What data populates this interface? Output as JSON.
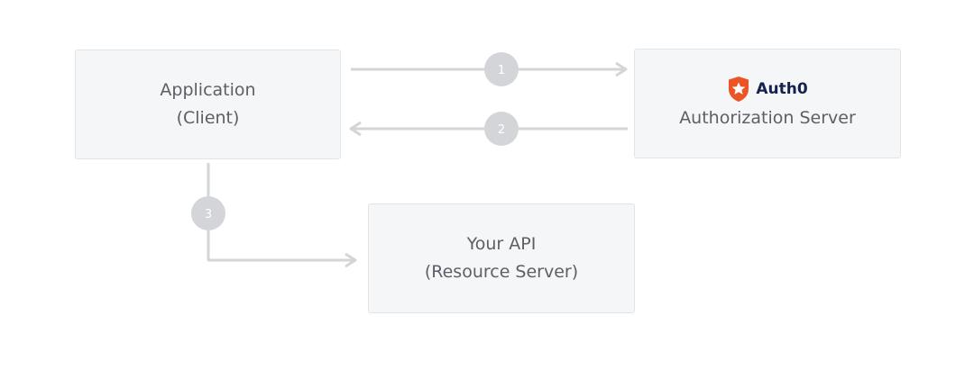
{
  "nodes": {
    "application": {
      "line1": "Application",
      "line2": "(Client)"
    },
    "authorization_server": {
      "brand": "Auth0",
      "brand_color": "#eb5424",
      "brand_text_color": "#16214d",
      "line1": "Authorization Server",
      "icon": "auth0-shield-icon"
    },
    "resource_server": {
      "line1": "Your API",
      "line2": "(Resource Server)"
    }
  },
  "steps": [
    {
      "number": "1"
    },
    {
      "number": "2"
    },
    {
      "number": "3"
    }
  ],
  "colors": {
    "box_fill": "#f5f6f7",
    "box_border": "#e2e4e7",
    "arrow": "#d3d5d8",
    "step_badge": "#d3d5d8",
    "text": "#5c5f66"
  }
}
